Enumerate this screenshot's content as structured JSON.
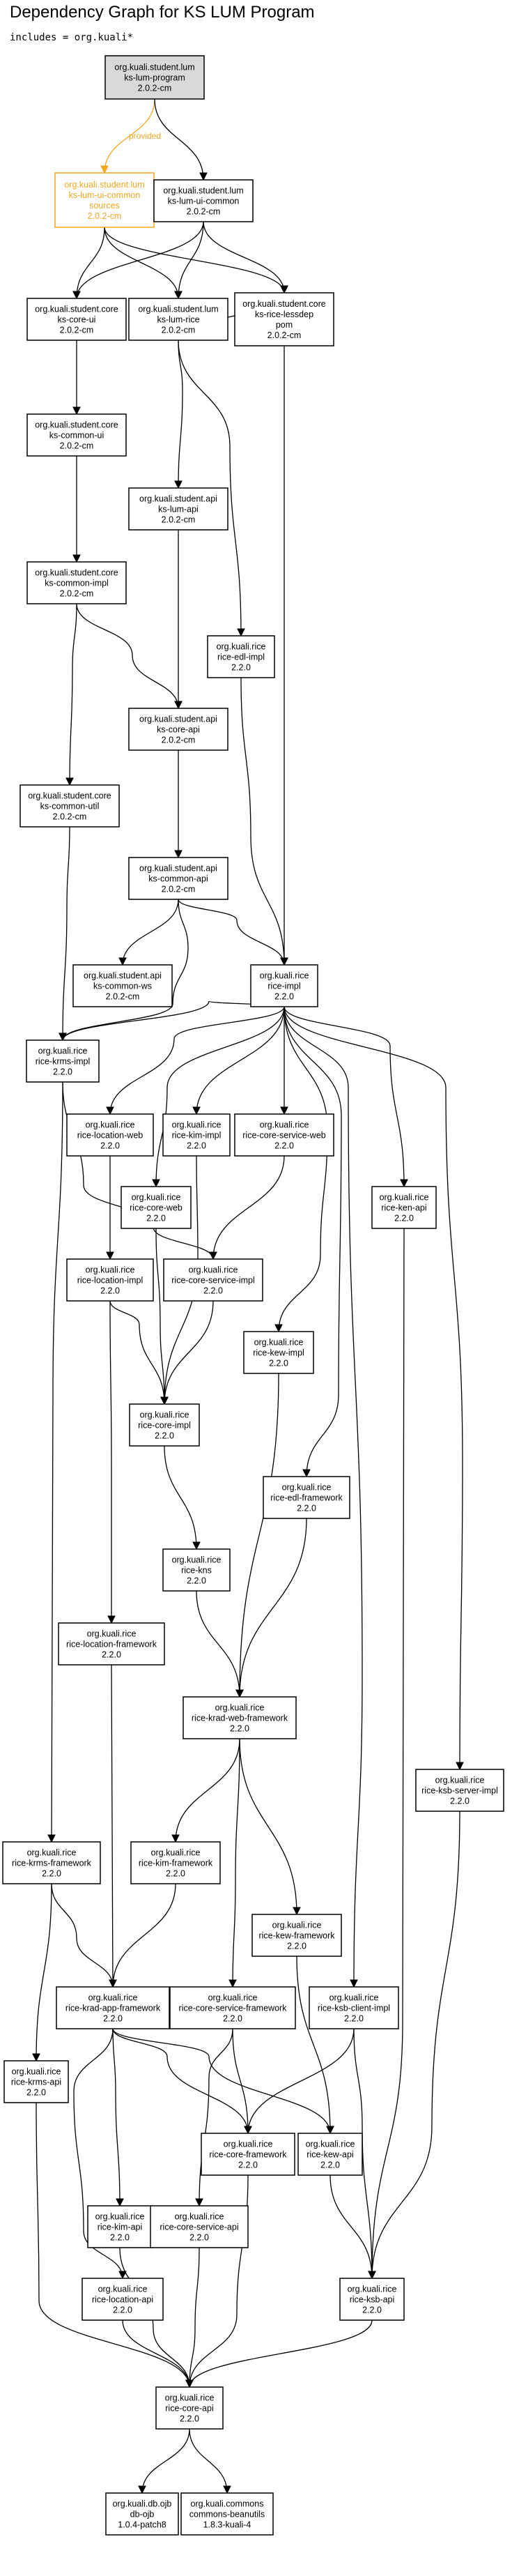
{
  "page": {
    "title": "Dependency Graph for KS LUM Program",
    "includes": "includes = org.kuali*"
  },
  "colors": {
    "root_fill": "#d9d9d9",
    "provided": "#f5a623",
    "edge": "#000000"
  },
  "nodes": [
    {
      "id": "program",
      "lines": [
        "org.kuali.student.lum",
        "ks-lum-program",
        "2.0.2-cm"
      ],
      "style": "root"
    },
    {
      "id": "ui-common-sources",
      "lines": [
        "org.kuali.student.lum",
        "ks-lum-ui-common",
        "sources",
        "2.0.2-cm"
      ],
      "style": "provided"
    },
    {
      "id": "ui-common",
      "lines": [
        "org.kuali.student.lum",
        "ks-lum-ui-common",
        "2.0.2-cm"
      ]
    },
    {
      "id": "ks-core-ui",
      "lines": [
        "org.kuali.student.core",
        "ks-core-ui",
        "2.0.2-cm"
      ]
    },
    {
      "id": "ks-lum-rice",
      "lines": [
        "org.kuali.student.lum",
        "ks-lum-rice",
        "2.0.2-cm"
      ]
    },
    {
      "id": "lessdep",
      "lines": [
        "org.kuali.student.core",
        "ks-rice-lessdep",
        "pom",
        "2.0.2-cm"
      ]
    },
    {
      "id": "common-ui",
      "lines": [
        "org.kuali.student.core",
        "ks-common-ui",
        "2.0.2-cm"
      ]
    },
    {
      "id": "lum-api",
      "lines": [
        "org.kuali.student.api",
        "ks-lum-api",
        "2.0.2-cm"
      ]
    },
    {
      "id": "common-impl",
      "lines": [
        "org.kuali.student.core",
        "ks-common-impl",
        "2.0.2-cm"
      ]
    },
    {
      "id": "edl-impl",
      "lines": [
        "org.kuali.rice",
        "rice-edl-impl",
        "2.2.0"
      ]
    },
    {
      "id": "core-api-ks",
      "lines": [
        "org.kuali.student.api",
        "ks-core-api",
        "2.0.2-cm"
      ]
    },
    {
      "id": "common-util",
      "lines": [
        "org.kuali.student.core",
        "ks-common-util",
        "2.0.2-cm"
      ]
    },
    {
      "id": "common-api",
      "lines": [
        "org.kuali.student.api",
        "ks-common-api",
        "2.0.2-cm"
      ]
    },
    {
      "id": "common-ws",
      "lines": [
        "org.kuali.student.api",
        "ks-common-ws",
        "2.0.2-cm"
      ]
    },
    {
      "id": "rice-impl",
      "lines": [
        "org.kuali.rice",
        "rice-impl",
        "2.2.0"
      ]
    },
    {
      "id": "krms-impl",
      "lines": [
        "org.kuali.rice",
        "rice-krms-impl",
        "2.2.0"
      ]
    },
    {
      "id": "location-web",
      "lines": [
        "org.kuali.rice",
        "rice-location-web",
        "2.2.0"
      ]
    },
    {
      "id": "kim-impl",
      "lines": [
        "org.kuali.rice",
        "rice-kim-impl",
        "2.2.0"
      ]
    },
    {
      "id": "core-service-web",
      "lines": [
        "org.kuali.rice",
        "rice-core-service-web",
        "2.2.0"
      ]
    },
    {
      "id": "core-web",
      "lines": [
        "org.kuali.rice",
        "rice-core-web",
        "2.2.0"
      ]
    },
    {
      "id": "ken-api",
      "lines": [
        "org.kuali.rice",
        "rice-ken-api",
        "2.2.0"
      ]
    },
    {
      "id": "location-impl",
      "lines": [
        "org.kuali.rice",
        "rice-location-impl",
        "2.2.0"
      ]
    },
    {
      "id": "core-service-impl",
      "lines": [
        "org.kuali.rice",
        "rice-core-service-impl",
        "2.2.0"
      ]
    },
    {
      "id": "kew-impl",
      "lines": [
        "org.kuali.rice",
        "rice-kew-impl",
        "2.2.0"
      ]
    },
    {
      "id": "core-impl",
      "lines": [
        "org.kuali.rice",
        "rice-core-impl",
        "2.2.0"
      ]
    },
    {
      "id": "edl-framework",
      "lines": [
        "org.kuali.rice",
        "rice-edl-framework",
        "2.2.0"
      ]
    },
    {
      "id": "kns",
      "lines": [
        "org.kuali.rice",
        "rice-kns",
        "2.2.0"
      ]
    },
    {
      "id": "location-framework",
      "lines": [
        "org.kuali.rice",
        "rice-location-framework",
        "2.2.0"
      ]
    },
    {
      "id": "krad-web-framework",
      "lines": [
        "org.kuali.rice",
        "rice-krad-web-framework",
        "2.2.0"
      ]
    },
    {
      "id": "ksb-server-impl",
      "lines": [
        "org.kuali.rice",
        "rice-ksb-server-impl",
        "2.2.0"
      ]
    },
    {
      "id": "krms-framework",
      "lines": [
        "org.kuali.rice",
        "rice-krms-framework",
        "2.2.0"
      ]
    },
    {
      "id": "kim-framework",
      "lines": [
        "org.kuali.rice",
        "rice-kim-framework",
        "2.2.0"
      ]
    },
    {
      "id": "kew-framework",
      "lines": [
        "org.kuali.rice",
        "rice-kew-framework",
        "2.2.0"
      ]
    },
    {
      "id": "krad-app-framework",
      "lines": [
        "org.kuali.rice",
        "rice-krad-app-framework",
        "2.2.0"
      ]
    },
    {
      "id": "core-service-framework",
      "lines": [
        "org.kuali.rice",
        "rice-core-service-framework",
        "2.2.0"
      ]
    },
    {
      "id": "ksb-client-impl",
      "lines": [
        "org.kuali.rice",
        "rice-ksb-client-impl",
        "2.2.0"
      ]
    },
    {
      "id": "krms-api",
      "lines": [
        "org.kuali.rice",
        "rice-krms-api",
        "2.2.0"
      ]
    },
    {
      "id": "core-framework",
      "lines": [
        "org.kuali.rice",
        "rice-core-framework",
        "2.2.0"
      ]
    },
    {
      "id": "kew-api",
      "lines": [
        "org.kuali.rice",
        "rice-kew-api",
        "2.2.0"
      ]
    },
    {
      "id": "kim-api",
      "lines": [
        "org.kuali.rice",
        "rice-kim-api",
        "2.2.0"
      ]
    },
    {
      "id": "core-service-api",
      "lines": [
        "org.kuali.rice",
        "rice-core-service-api",
        "2.2.0"
      ]
    },
    {
      "id": "location-api",
      "lines": [
        "org.kuali.rice",
        "rice-location-api",
        "2.2.0"
      ]
    },
    {
      "id": "ksb-api",
      "lines": [
        "org.kuali.rice",
        "rice-ksb-api",
        "2.2.0"
      ]
    },
    {
      "id": "rice-core-api",
      "lines": [
        "org.kuali.rice",
        "rice-core-api",
        "2.2.0"
      ]
    },
    {
      "id": "ojb",
      "lines": [
        "org.kuali.db.ojb",
        "db-ojb",
        "1.0.4-patch8"
      ]
    },
    {
      "id": "beanutils",
      "lines": [
        "org.kuali.commons",
        "commons-beanutils",
        "1.8.3-kuali-4"
      ]
    }
  ],
  "edges": [
    {
      "from": "program",
      "to": "ui-common-sources",
      "label": "provided",
      "style": "provided"
    },
    {
      "from": "program",
      "to": "ui-common"
    },
    {
      "from": "ui-common-sources",
      "to": "ks-core-ui"
    },
    {
      "from": "ui-common-sources",
      "to": "ks-lum-rice"
    },
    {
      "from": "ui-common-sources",
      "to": "lessdep"
    },
    {
      "from": "ui-common",
      "to": "ks-core-ui"
    },
    {
      "from": "ui-common",
      "to": "ks-lum-rice"
    },
    {
      "from": "ui-common",
      "to": "lessdep"
    },
    {
      "from": "ks-lum-rice",
      "to": "lessdep"
    },
    {
      "from": "ks-core-ui",
      "to": "common-ui"
    },
    {
      "from": "common-ui",
      "to": "common-impl"
    },
    {
      "from": "ks-lum-rice",
      "to": "lum-api"
    },
    {
      "from": "ks-lum-rice",
      "to": "edl-impl"
    },
    {
      "from": "lum-api",
      "to": "core-api-ks"
    },
    {
      "from": "common-impl",
      "to": "core-api-ks"
    },
    {
      "from": "common-impl",
      "to": "common-util"
    },
    {
      "from": "core-api-ks",
      "to": "common-api"
    },
    {
      "from": "common-api",
      "to": "common-ws"
    },
    {
      "from": "common-api",
      "to": "rice-impl"
    },
    {
      "from": "common-api",
      "to": "krms-impl"
    },
    {
      "from": "lessdep",
      "to": "rice-impl"
    },
    {
      "from": "edl-impl",
      "to": "rice-impl"
    },
    {
      "from": "common-util",
      "to": "krms-impl"
    },
    {
      "from": "rice-impl",
      "to": "krms-impl"
    },
    {
      "from": "rice-impl",
      "to": "location-web"
    },
    {
      "from": "rice-impl",
      "to": "kim-impl"
    },
    {
      "from": "rice-impl",
      "to": "core-service-web"
    },
    {
      "from": "rice-impl",
      "to": "core-web"
    },
    {
      "from": "rice-impl",
      "to": "ken-api"
    },
    {
      "from": "rice-impl",
      "to": "kew-impl"
    },
    {
      "from": "rice-impl",
      "to": "edl-framework"
    },
    {
      "from": "rice-impl",
      "to": "ksb-server-impl"
    },
    {
      "from": "rice-impl",
      "to": "ksb-client-impl"
    },
    {
      "from": "krms-impl",
      "to": "core-service-impl"
    },
    {
      "from": "krms-impl",
      "to": "krms-framework"
    },
    {
      "from": "location-web",
      "to": "location-impl"
    },
    {
      "from": "kim-impl",
      "to": "core-impl"
    },
    {
      "from": "core-service-web",
      "to": "core-service-impl"
    },
    {
      "from": "core-web",
      "to": "core-impl"
    },
    {
      "from": "location-impl",
      "to": "core-impl"
    },
    {
      "from": "location-impl",
      "to": "location-framework"
    },
    {
      "from": "core-service-impl",
      "to": "core-impl"
    },
    {
      "from": "core-impl",
      "to": "kns"
    },
    {
      "from": "kns",
      "to": "krad-web-framework"
    },
    {
      "from": "kew-impl",
      "to": "krad-web-framework"
    },
    {
      "from": "edl-framework",
      "to": "krad-web-framework"
    },
    {
      "from": "location-framework",
      "to": "krad-app-framework"
    },
    {
      "from": "krad-web-framework",
      "to": "kim-framework"
    },
    {
      "from": "krad-web-framework",
      "to": "kew-framework"
    },
    {
      "from": "krad-web-framework",
      "to": "core-service-framework"
    },
    {
      "from": "krms-framework",
      "to": "krad-app-framework"
    },
    {
      "from": "krms-framework",
      "to": "krms-api"
    },
    {
      "from": "kim-framework",
      "to": "krad-app-framework"
    },
    {
      "from": "kew-framework",
      "to": "kew-api"
    },
    {
      "from": "krad-app-framework",
      "to": "core-framework"
    },
    {
      "from": "krad-app-framework",
      "to": "kew-api"
    },
    {
      "from": "krad-app-framework",
      "to": "kim-api"
    },
    {
      "from": "krad-app-framework",
      "to": "location-api"
    },
    {
      "from": "core-service-framework",
      "to": "core-framework"
    },
    {
      "from": "core-service-framework",
      "to": "core-service-api"
    },
    {
      "from": "ksb-client-impl",
      "to": "core-framework"
    },
    {
      "from": "ksb-client-impl",
      "to": "ksb-api"
    },
    {
      "from": "ksb-server-impl",
      "to": "ksb-api"
    },
    {
      "from": "ken-api",
      "to": "ksb-api"
    },
    {
      "from": "kew-api",
      "to": "ksb-api"
    },
    {
      "from": "krms-api",
      "to": "rice-core-api"
    },
    {
      "from": "core-framework",
      "to": "rice-core-api"
    },
    {
      "from": "kim-api",
      "to": "rice-core-api"
    },
    {
      "from": "core-service-api",
      "to": "rice-core-api"
    },
    {
      "from": "location-api",
      "to": "rice-core-api"
    },
    {
      "from": "ksb-api",
      "to": "rice-core-api"
    },
    {
      "from": "rice-core-api",
      "to": "ojb"
    },
    {
      "from": "rice-core-api",
      "to": "beanutils"
    }
  ]
}
